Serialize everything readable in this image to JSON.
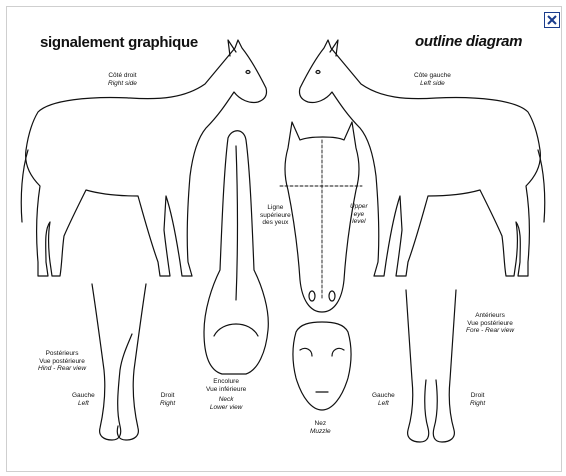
{
  "window": {
    "close_icon": "close-icon"
  },
  "headings": {
    "left": "signalement graphique",
    "right": "outline diagram"
  },
  "labels": {
    "right_side": {
      "fr": "Côté droit",
      "en": "Right side"
    },
    "left_side": {
      "fr": "Côte gauche",
      "en": "Left side"
    },
    "eye_level_fr": [
      "Ligne",
      "supérieure",
      "des yeux"
    ],
    "eye_level_en": [
      "Upper",
      "eye",
      "level"
    ],
    "hind": {
      "fr1": "Postérieurs",
      "fr2": "Vue postérieure",
      "en": "Hind - Rear view"
    },
    "hind_left": {
      "fr": "Gauche",
      "en": "Left"
    },
    "hind_right": {
      "fr": "Droit",
      "en": "Right"
    },
    "neck": {
      "fr1": "Encolure",
      "fr2": "Vue inférieure",
      "en1": "Neck",
      "en2": "Lower view"
    },
    "muzzle": {
      "fr": "Nez",
      "en": "Muzzle"
    },
    "fore": {
      "fr1": "Antérieurs",
      "fr2": "Vue postérieure",
      "en": "Fore - Rear view"
    },
    "fore_left": {
      "fr": "Gauche",
      "en": "Left"
    },
    "fore_right": {
      "fr": "Droit",
      "en": "Right"
    }
  },
  "colors": {
    "close_border": "#1a3c8c",
    "line": "#111111"
  }
}
